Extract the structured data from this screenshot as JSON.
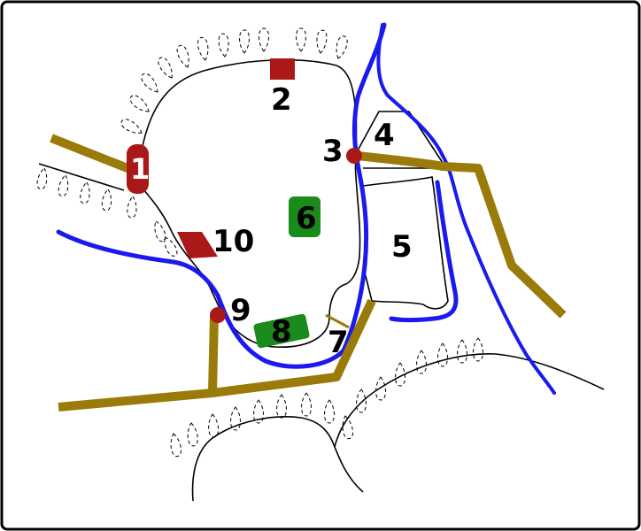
{
  "map": {
    "colors": {
      "road": "#9a7b0a",
      "river": "#1a1aee",
      "building": "#aa1818",
      "green_area": "#1a8a1a",
      "outline": "#000000",
      "frame": "#000000",
      "background": "#ffffff"
    },
    "labels": {
      "l1": "1",
      "l2": "2",
      "l3": "3",
      "l4": "4",
      "l5": "5",
      "l6": "6",
      "l7": "7",
      "l8": "8",
      "l9": "9",
      "l10": "10"
    }
  }
}
